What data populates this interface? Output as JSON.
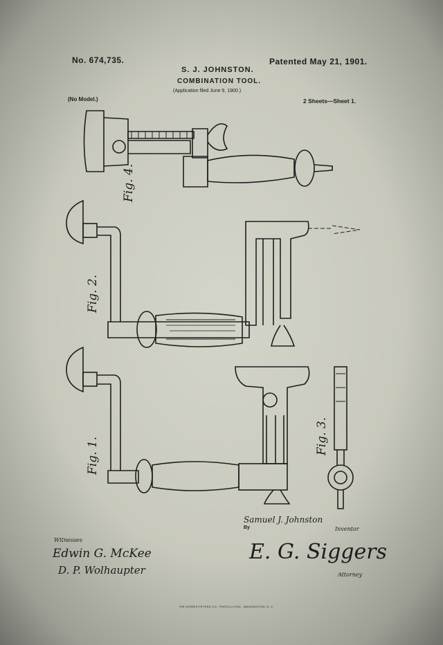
{
  "header": {
    "patent_number": "No. 674,735.",
    "patented_date": "Patented May 21, 1901.",
    "inventor_name": "S. J. JOHNSTON.",
    "title": "COMBINATION TOOL.",
    "application": "(Application filed June 9, 1900.)",
    "model": "(No Model.)",
    "sheets": "2 Sheets—Sheet 1."
  },
  "figures": [
    "Fig. 4.",
    "Fig. 2.",
    "Fig. 1.",
    "Fig. 3."
  ],
  "signatures": {
    "inventor": "Samuel J. Johnston",
    "by": "By",
    "inventor_label": "Inventor",
    "witnesses_label": "Witnesses",
    "witness_1": "Edwin G. McKee",
    "witness_2": "D. P. Wolhaupter",
    "attorney": "E. G. Siggers",
    "attorney_label": "Attorney"
  },
  "footer": {
    "printer": "THE NORRIS PETERS CO., PHOTO-LITHO., WASHINGTON, D. C."
  }
}
